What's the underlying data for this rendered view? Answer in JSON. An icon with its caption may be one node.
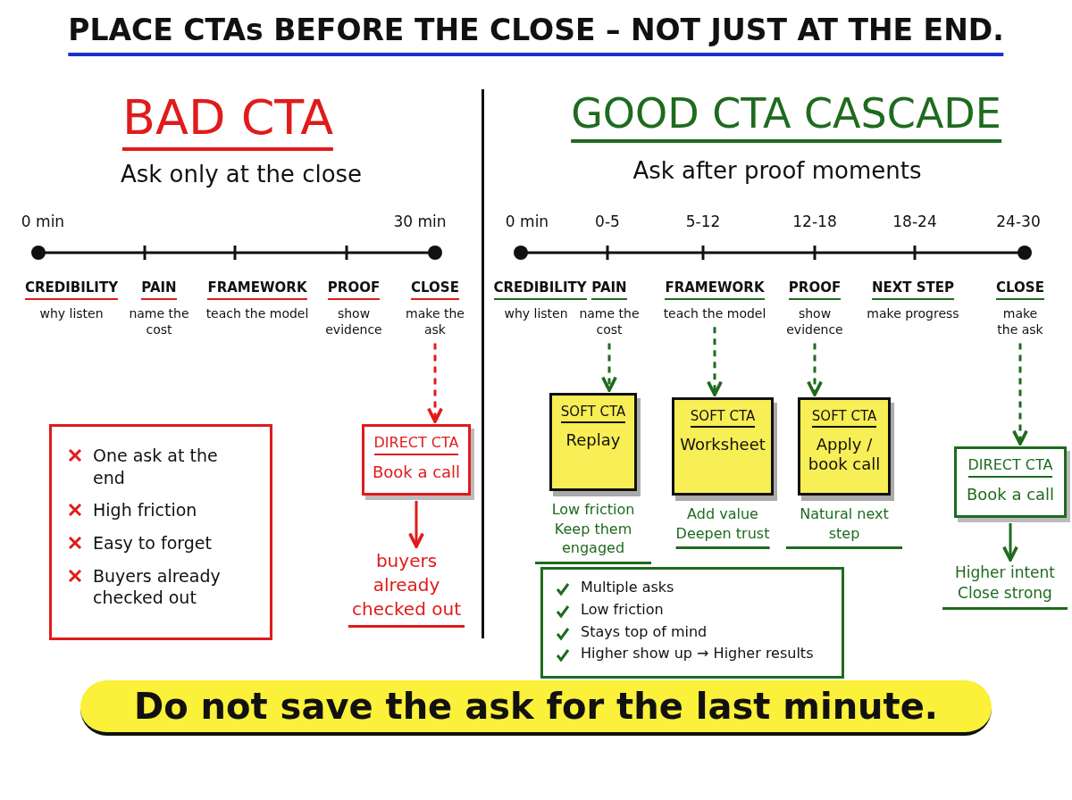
{
  "diagram": {
    "title": "PLACE CTAs BEFORE THE CLOSE – NOT JUST AT THE END.",
    "caption": "Do not save the ask for the last minute.",
    "nodes": [
      {
        "text": [
          "CREDIBILITY",
          "why listen"
        ]
      },
      {
        "text": [
          "PAIN",
          "name the cost"
        ]
      },
      {
        "text": [
          "FRAMEWORK",
          "teach the model"
        ]
      },
      {
        "text": [
          "PROOF",
          "show evidence"
        ]
      },
      {
        "text": [
          "CLOSE",
          "make the ask"
        ]
      },
      {
        "text": [
          "DIRECT CTA",
          "Book a call"
        ]
      },
      {
        "text": [
          "buyers already checked out"
        ]
      },
      {
        "text": [
          "One ask at the end",
          "High friction",
          "Easy to forget",
          "Buyers already checked out"
        ]
      },
      {
        "text": [
          "CREDIBILITY",
          "why listen"
        ]
      },
      {
        "text": [
          "PAIN",
          "name the cost"
        ]
      },
      {
        "text": [
          "FRAMEWORK",
          "teach the model"
        ]
      },
      {
        "text": [
          "PROOF",
          "show evidence"
        ]
      },
      {
        "text": [
          "NEXT STEP",
          "make progress"
        ]
      },
      {
        "text": [
          "CLOSE",
          "make the ask"
        ]
      },
      {
        "text": [
          "SOFT CTA",
          "Replay"
        ],
        "beside": [
          "Low friction",
          "Keep them engaged"
        ]
      },
      {
        "text": [
          "SOFT CTA",
          "Worksheet"
        ],
        "beside": [
          "Add value",
          "Deepen trust"
        ]
      },
      {
        "text": [
          "SOFT CTA",
          "Apply / book call"
        ],
        "beside": [
          "Natural next step"
        ]
      },
      {
        "text": [
          "DIRECT CTA",
          "Book a call"
        ]
      },
      {
        "text": [
          "Higher intent",
          "Close strong"
        ]
      },
      {
        "text": [
          "Multiple asks",
          "Low friction",
          "Stays top of mind",
          "Higher show up → Higher results"
        ]
      }
    ],
    "edges": [
      {
        "from": 4,
        "to": 5,
        "arrow": "to",
        "style": "dashed",
        "color": "#e01b1b"
      },
      {
        "from": 5,
        "to": 6,
        "arrow": "to",
        "color": "#e01b1b"
      },
      {
        "from": 9,
        "to": 14,
        "arrow": "to",
        "style": "dashed"
      },
      {
        "from": 10,
        "to": 15,
        "arrow": "to",
        "style": "dashed"
      },
      {
        "from": 11,
        "to": 16,
        "arrow": "to",
        "style": "dashed"
      },
      {
        "from": 13,
        "to": 17,
        "arrow": "to",
        "style": "dashed"
      },
      {
        "from": 17,
        "to": 18,
        "arrow": "to"
      }
    ],
    "labels": [
      "BAD CTA",
      "Ask only at the close",
      "0 min",
      "30 min",
      "GOOD CTA CASCADE",
      "Ask after proof moments",
      "0 min",
      "0-5",
      "5-12",
      "12-18",
      "18-24",
      "24-30"
    ]
  }
}
